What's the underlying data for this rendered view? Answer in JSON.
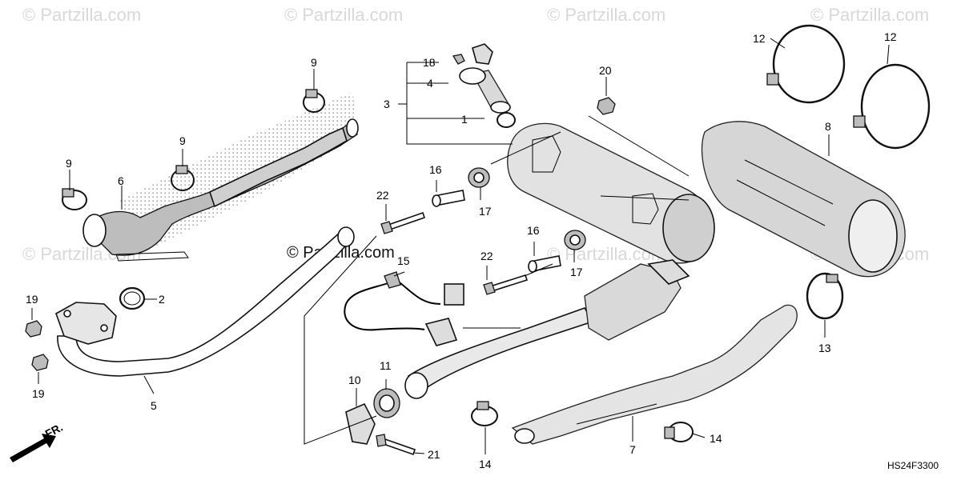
{
  "watermarks": [
    "© Partzilla.com",
    "© Partzilla.com",
    "© Partzilla.com",
    "© Partzilla.com",
    "© Partzilla.com",
    "© Partzilla.com",
    "© Partzilla.com",
    "© Partzilla.com"
  ],
  "center_watermark": "© Partzilla.com",
  "diagram_code": "HS24F3300",
  "direction_label": "FR.",
  "callouts": {
    "c1": "1",
    "c2": "2",
    "c3": "3",
    "c4": "4",
    "c5": "5",
    "c6": "6",
    "c7": "7",
    "c8": "8",
    "c9a": "9",
    "c9b": "9",
    "c9c": "9",
    "c10": "10",
    "c11": "11",
    "c12a": "12",
    "c12b": "12",
    "c13": "13",
    "c14a": "14",
    "c14b": "14",
    "c15": "15",
    "c16a": "16",
    "c16b": "16",
    "c17a": "17",
    "c17b": "17",
    "c18": "18",
    "c19a": "19",
    "c19b": "19",
    "c20": "20",
    "c21": "21",
    "c22a": "22",
    "c22b": "22"
  }
}
